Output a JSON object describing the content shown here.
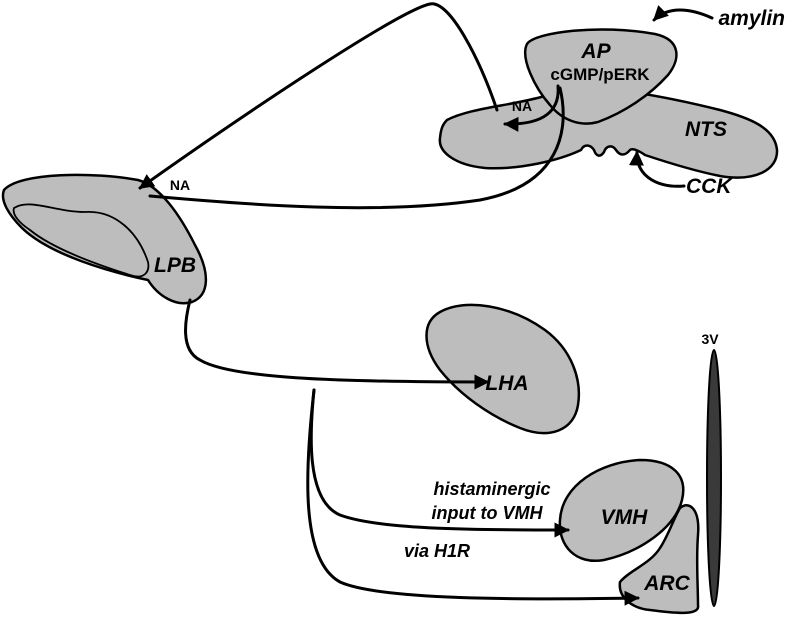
{
  "regions": {
    "ap": "AP",
    "ap_signal": "cGMP/pERK",
    "nts": "NTS",
    "lpb": "LPB",
    "lha": "LHA",
    "vmh": "VMH",
    "arc": "ARC",
    "third_ventricle": "3V"
  },
  "inputs": {
    "amylin": "amylin",
    "cck": "CCK"
  },
  "transmitters": {
    "na_ap": "NA",
    "na_lpb": "NA"
  },
  "annotations": {
    "line1": "histaminergic",
    "line2": "input to VMH",
    "line3": "via H1R"
  }
}
